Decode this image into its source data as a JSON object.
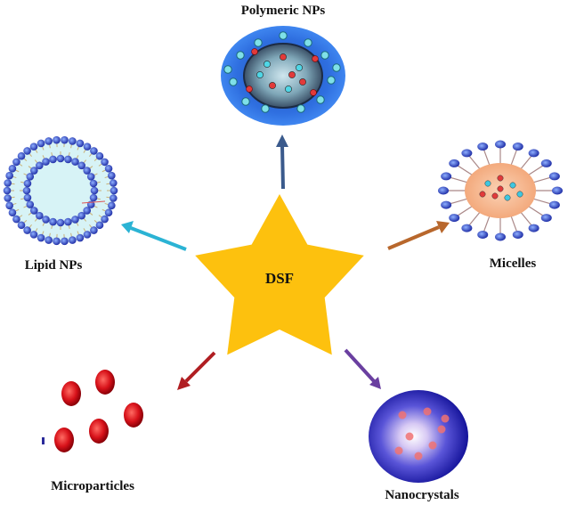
{
  "center": {
    "label": "DSF",
    "color": "#FDC10E"
  },
  "nodes": [
    {
      "id": "polymeric",
      "label": "Polymeric NPs",
      "arrow_color": "#3A5A8C"
    },
    {
      "id": "micelles",
      "label": "Micelles",
      "arrow_color": "#B8672C"
    },
    {
      "id": "nanocrystals",
      "label": "Nanocrystals",
      "arrow_color": "#6A3FA0"
    },
    {
      "id": "microparticles",
      "label": "Microparticles",
      "arrow_color": "#B01E22"
    },
    {
      "id": "lipid",
      "label": "Lipid NPs",
      "arrow_color": "#2BB3D4"
    }
  ]
}
